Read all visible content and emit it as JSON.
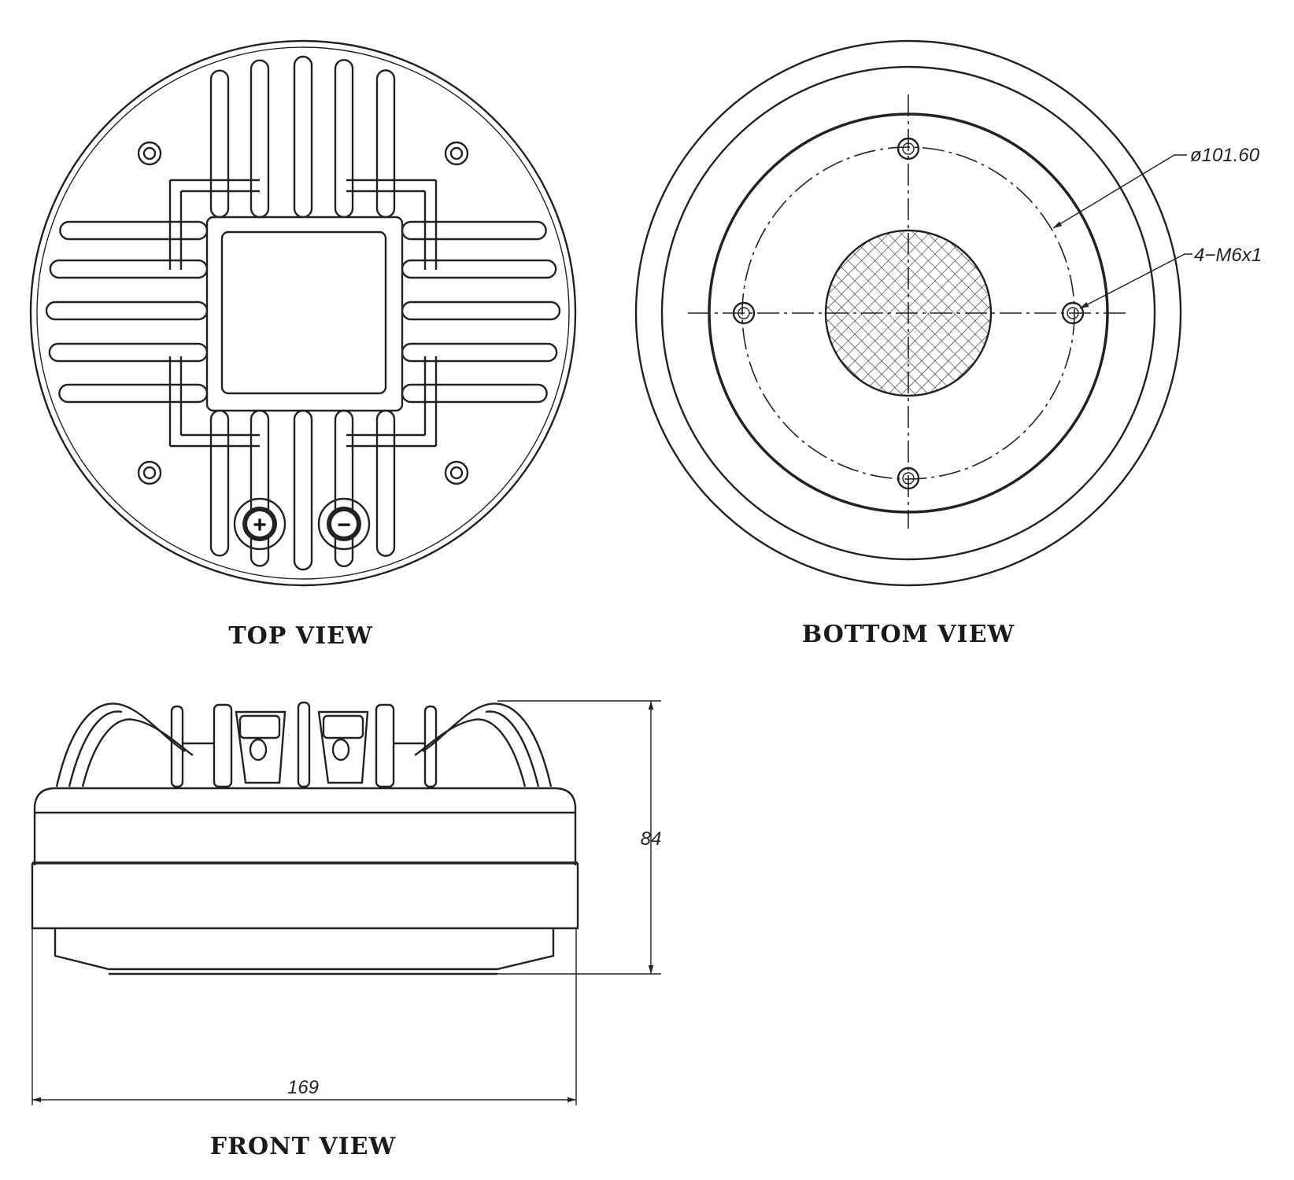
{
  "views": {
    "top": {
      "label": "TOP VIEW",
      "terminals": {
        "positive": "+",
        "negative": "−"
      }
    },
    "bottom": {
      "label": "BOTTOM VIEW",
      "callouts": {
        "bolt_circle": "ø101.60",
        "mount_holes": "4−M6x1"
      }
    },
    "front": {
      "label": "FRONT VIEW",
      "dimensions": {
        "height": "84",
        "width": "169"
      }
    }
  },
  "colors": {
    "line": "#222222",
    "background": "#ffffff"
  }
}
